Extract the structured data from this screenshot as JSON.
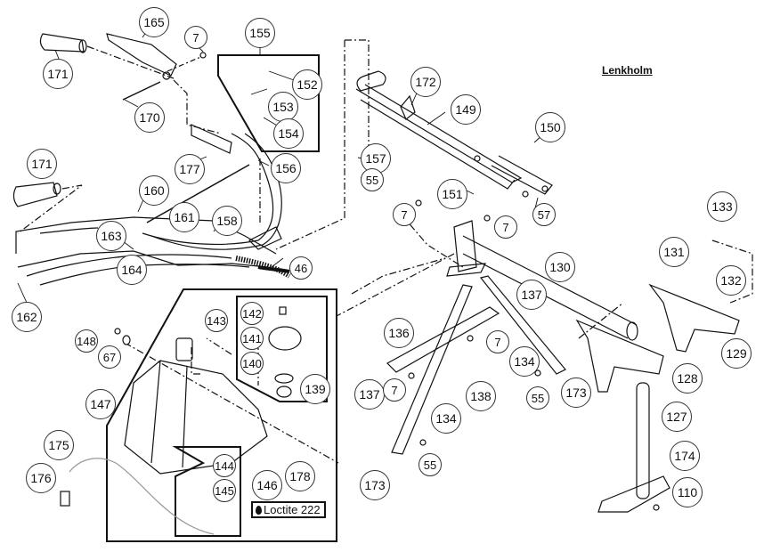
{
  "title": "Lenkholm",
  "label_box": {
    "text": "Loctite 222",
    "icon": "drop-icon",
    "part": "178"
  },
  "callouts": [
    {
      "id": "165"
    },
    {
      "id": "7a",
      "label": "7"
    },
    {
      "id": "171a",
      "label": "171"
    },
    {
      "id": "170"
    },
    {
      "id": "155"
    },
    {
      "id": "152"
    },
    {
      "id": "153"
    },
    {
      "id": "154"
    },
    {
      "id": "156"
    },
    {
      "id": "172"
    },
    {
      "id": "149"
    },
    {
      "id": "150"
    },
    {
      "id": "157"
    },
    {
      "id": "55a",
      "label": "55"
    },
    {
      "id": "151"
    },
    {
      "id": "57"
    },
    {
      "id": "7b",
      "label": "7"
    },
    {
      "id": "7c",
      "label": "7"
    },
    {
      "id": "177"
    },
    {
      "id": "171b",
      "label": "171"
    },
    {
      "id": "160"
    },
    {
      "id": "161"
    },
    {
      "id": "158"
    },
    {
      "id": "163"
    },
    {
      "id": "46"
    },
    {
      "id": "164"
    },
    {
      "id": "162"
    },
    {
      "id": "133"
    },
    {
      "id": "130"
    },
    {
      "id": "131"
    },
    {
      "id": "132"
    },
    {
      "id": "137a",
      "label": "137"
    },
    {
      "id": "129"
    },
    {
      "id": "136"
    },
    {
      "id": "7d",
      "label": "7"
    },
    {
      "id": "134a",
      "label": "134"
    },
    {
      "id": "173a",
      "label": "173"
    },
    {
      "id": "128"
    },
    {
      "id": "138"
    },
    {
      "id": "55b",
      "label": "55"
    },
    {
      "id": "137b",
      "label": "137"
    },
    {
      "id": "7e",
      "label": "7"
    },
    {
      "id": "134b",
      "label": "134"
    },
    {
      "id": "127"
    },
    {
      "id": "55c",
      "label": "55"
    },
    {
      "id": "174"
    },
    {
      "id": "173b",
      "label": "173"
    },
    {
      "id": "110"
    },
    {
      "id": "142"
    },
    {
      "id": "143"
    },
    {
      "id": "141"
    },
    {
      "id": "140"
    },
    {
      "id": "139"
    },
    {
      "id": "148"
    },
    {
      "id": "67"
    },
    {
      "id": "147"
    },
    {
      "id": "175"
    },
    {
      "id": "176"
    },
    {
      "id": "144"
    },
    {
      "id": "145"
    },
    {
      "id": "146"
    },
    {
      "id": "178"
    }
  ]
}
